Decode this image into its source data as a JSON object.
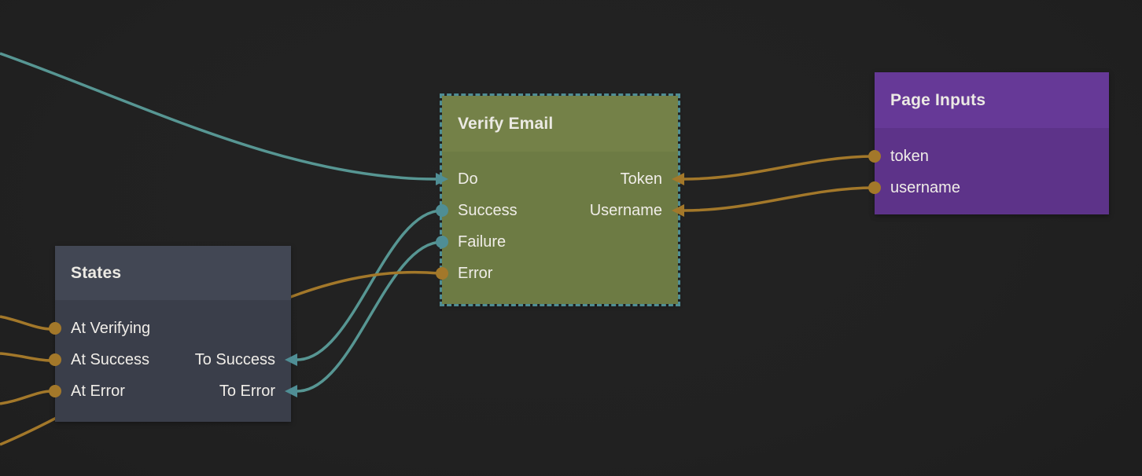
{
  "app": {
    "view": "node-graph-canvas"
  },
  "colors": {
    "bg": "#212121",
    "wire_teal": "#579693",
    "wire_orange": "#a3782a",
    "port_teal": "#4f8e95",
    "selection_dash": "#4f8d94",
    "title_text": "#eceae4",
    "label_text": "#f0ede8",
    "verify_header": "#748148",
    "verify_body": "#6d7b44",
    "page_header": "#663997",
    "page_body": "#5d3389",
    "states_header": "#424754",
    "states_body": "#3a3e4a"
  },
  "nodes": {
    "verify_email": {
      "title": "Verify Email",
      "selected": true,
      "rows": [
        {
          "left": "Do",
          "right": "Token"
        },
        {
          "left": "Success",
          "right": "Username"
        },
        {
          "left": "Failure",
          "right": ""
        },
        {
          "left": "Error",
          "right": ""
        }
      ],
      "left_connectors": [
        "arrow-in-teal",
        "circle-teal",
        "circle-teal",
        "circle-orange"
      ],
      "right_connectors": [
        "arrow-in-orange",
        "arrow-in-orange"
      ]
    },
    "page_inputs": {
      "title": "Page Inputs",
      "selected": false,
      "rows": [
        {
          "left": "token",
          "right": ""
        },
        {
          "left": "username",
          "right": ""
        }
      ],
      "left_connectors": [
        "circle-orange",
        "circle-orange"
      ]
    },
    "states": {
      "title": "States",
      "selected": false,
      "rows": [
        {
          "left": "At Verifying",
          "right": ""
        },
        {
          "left": "At Success",
          "right": "To Success"
        },
        {
          "left": "At Error",
          "right": "To Error"
        }
      ],
      "left_connectors": [
        "circle-orange",
        "circle-orange",
        "circle-orange"
      ],
      "right_connectors": [
        "arrow-in-teal",
        "arrow-in-teal"
      ]
    }
  },
  "connections": [
    {
      "from": "off-canvas-left",
      "to": "verify_email.Do",
      "color": "teal"
    },
    {
      "from": "verify_email.Success",
      "to": "states.To Success",
      "color": "teal"
    },
    {
      "from": "verify_email.Failure",
      "to": "states.To Error",
      "color": "teal"
    },
    {
      "from": "page_inputs.token",
      "to": "verify_email.Token",
      "color": "orange"
    },
    {
      "from": "page_inputs.username",
      "to": "verify_email.Username",
      "color": "orange"
    },
    {
      "from": "off-canvas-left",
      "to": "states.At Verifying",
      "color": "orange"
    },
    {
      "from": "off-canvas-left",
      "to": "states.At Success",
      "color": "orange"
    },
    {
      "from": "off-canvas-left",
      "to": "states.At Error",
      "color": "orange"
    },
    {
      "from": "off-canvas-left",
      "to": "verify_email.Error",
      "color": "orange"
    }
  ]
}
